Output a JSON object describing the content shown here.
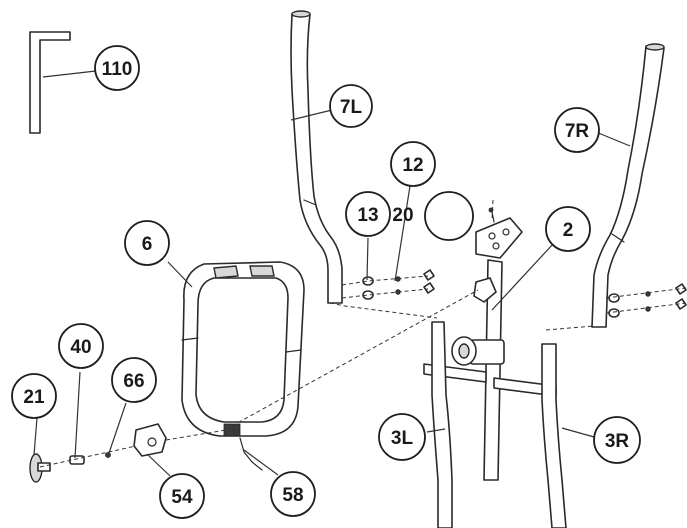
{
  "callouts": {
    "c110": "110",
    "c7L": "7L",
    "c12": "12",
    "c13": "13",
    "c20": "20",
    "c7R": "7R",
    "c6": "6",
    "c2": "2",
    "c40": "40",
    "c66": "66",
    "c21": "21",
    "c54": "54",
    "c58": "58",
    "c3L": "3L",
    "c3R": "3R",
    "cBlank": ""
  }
}
